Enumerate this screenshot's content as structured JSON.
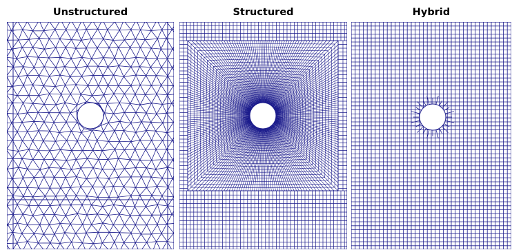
{
  "panels": [
    {
      "title": "Unstructured",
      "mesh_type": "triangular"
    },
    {
      "title": "Structured",
      "mesh_type": "quadrilateral-mapped"
    },
    {
      "title": "Hybrid",
      "mesh_type": "cartesian-with-local-refinement"
    }
  ],
  "colors": {
    "mesh_line": "#1c1c8c",
    "background": "#ffffff",
    "hole_fill": "#ffffff",
    "title_text": "#000000"
  }
}
